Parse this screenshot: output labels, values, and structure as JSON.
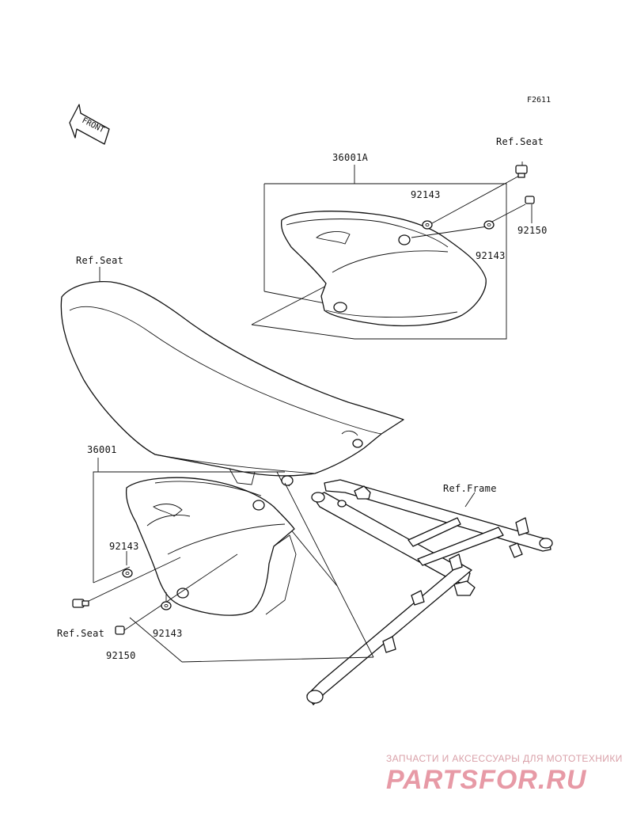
{
  "figure_code": "F2611",
  "front_label": "FRONT",
  "callouts": {
    "part_36001A": "36001A",
    "part_36001": "36001",
    "ref_seat_top_right": "Ref.Seat",
    "ref_seat_left": "Ref.Seat",
    "ref_seat_bottom_left": "Ref.Seat",
    "ref_frame": "Ref.Frame",
    "washer_top_1": "92143",
    "washer_top_2": "92143",
    "bolt_top": "92150",
    "washer_bottom_1": "92143",
    "washer_bottom_2": "92143",
    "bolt_bottom": "92150"
  },
  "watermark": {
    "caption": "ЗАПЧАСТИ И АКСЕССУАРЫ ДЛЯ МОТОТЕХНИКИ",
    "brand": "PARTSFOR.RU",
    "color": "#e79aa6"
  }
}
